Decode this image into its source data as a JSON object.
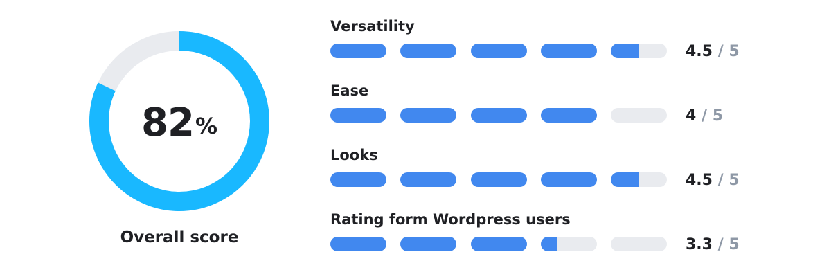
{
  "overall": {
    "score": "82",
    "unit": "%",
    "fraction": 0.82,
    "label": "Overall score",
    "ring_color": "#19b8ff",
    "track_color": "#e9ebef"
  },
  "colors": {
    "bar_fill": "#4188ef",
    "bar_track": "#e9ebef",
    "max_text": "#8e98a6"
  },
  "ratings": [
    {
      "label": "Versatility",
      "score": "4.5",
      "sep": "/",
      "max": "5",
      "value": 4.5
    },
    {
      "label": "Ease",
      "score": "4",
      "sep": "/",
      "max": "5",
      "value": 4
    },
    {
      "label": "Looks",
      "score": "4.5",
      "sep": "/",
      "max": "5",
      "value": 4.5
    },
    {
      "label": "Rating form Wordpress users",
      "score": "3.3",
      "sep": "/",
      "max": "5",
      "value": 3.3
    }
  ]
}
